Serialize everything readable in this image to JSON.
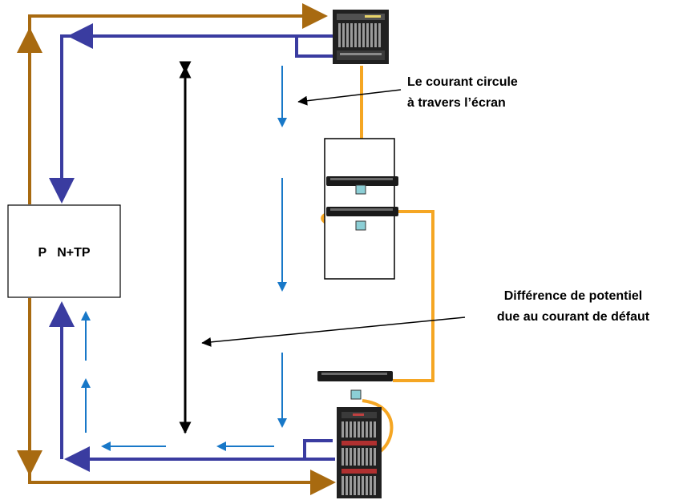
{
  "panel": {
    "label": "P   N+TP"
  },
  "annotations": {
    "screen_current": {
      "line1": "Le courant circule",
      "line2": "à travers l’écran"
    },
    "potential_difference": {
      "line1": "Différence de potentiel",
      "line2": "due au courant de défaut"
    }
  },
  "colors": {
    "brown": "#a86a10",
    "navy": "#3a3ca0",
    "blue_arrows": "#1878c8",
    "orange_cable": "#f5a623",
    "black": "#000000",
    "device_dark": "#202020",
    "port_teal": "#8ccfd6"
  },
  "icons": [
    "switch-rack-icon",
    "patch-panel-icon",
    "server-rack-icon"
  ]
}
